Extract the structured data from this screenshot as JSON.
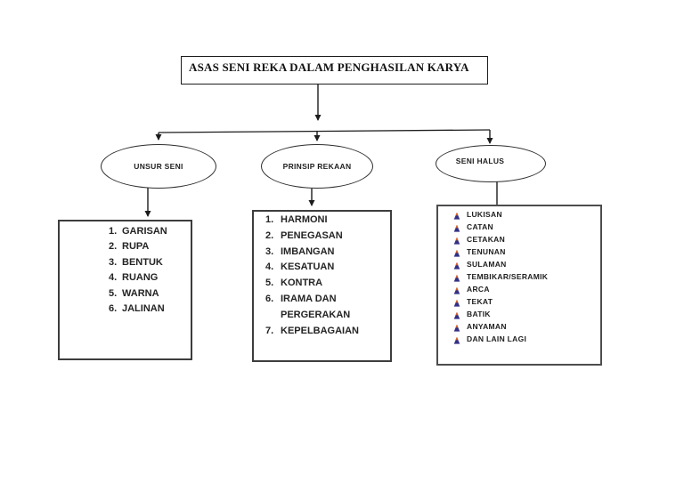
{
  "title_box": {
    "label": "ASAS SENI REKA DALAM PENGHASILAN KARYA"
  },
  "branches": [
    {
      "label": "UNSUR SENI",
      "list_style": "numbered",
      "items": [
        "GARISAN",
        "RUPA",
        "BENTUK",
        "RUANG",
        "WARNA",
        "JALINAN"
      ]
    },
    {
      "label": "PRINSIP REKAAN",
      "list_style": "numbered",
      "items": [
        "HARMONI",
        "PENEGASAN",
        "IMBANGAN",
        "KESATUAN",
        "KONTRA",
        "IRAMA DAN PERGERAKAN",
        "KEPELBAGAIAN"
      ]
    },
    {
      "label": "SENI HALUS",
      "list_style": "bulleted",
      "items": [
        "LUKISAN",
        "CATAN",
        "CETAKAN",
        "TENUNAN",
        "SULAMAN",
        "TEMBIKAR/SERAMIK",
        "ARCA",
        "TEKAT",
        "BATIK",
        "ANYAMAN",
        "DAN LAIN LAGI"
      ]
    }
  ],
  "colors": {
    "line": "#1c1c1c",
    "bullet_orange": "#d25f28",
    "bullet_indigo": "#333084"
  }
}
